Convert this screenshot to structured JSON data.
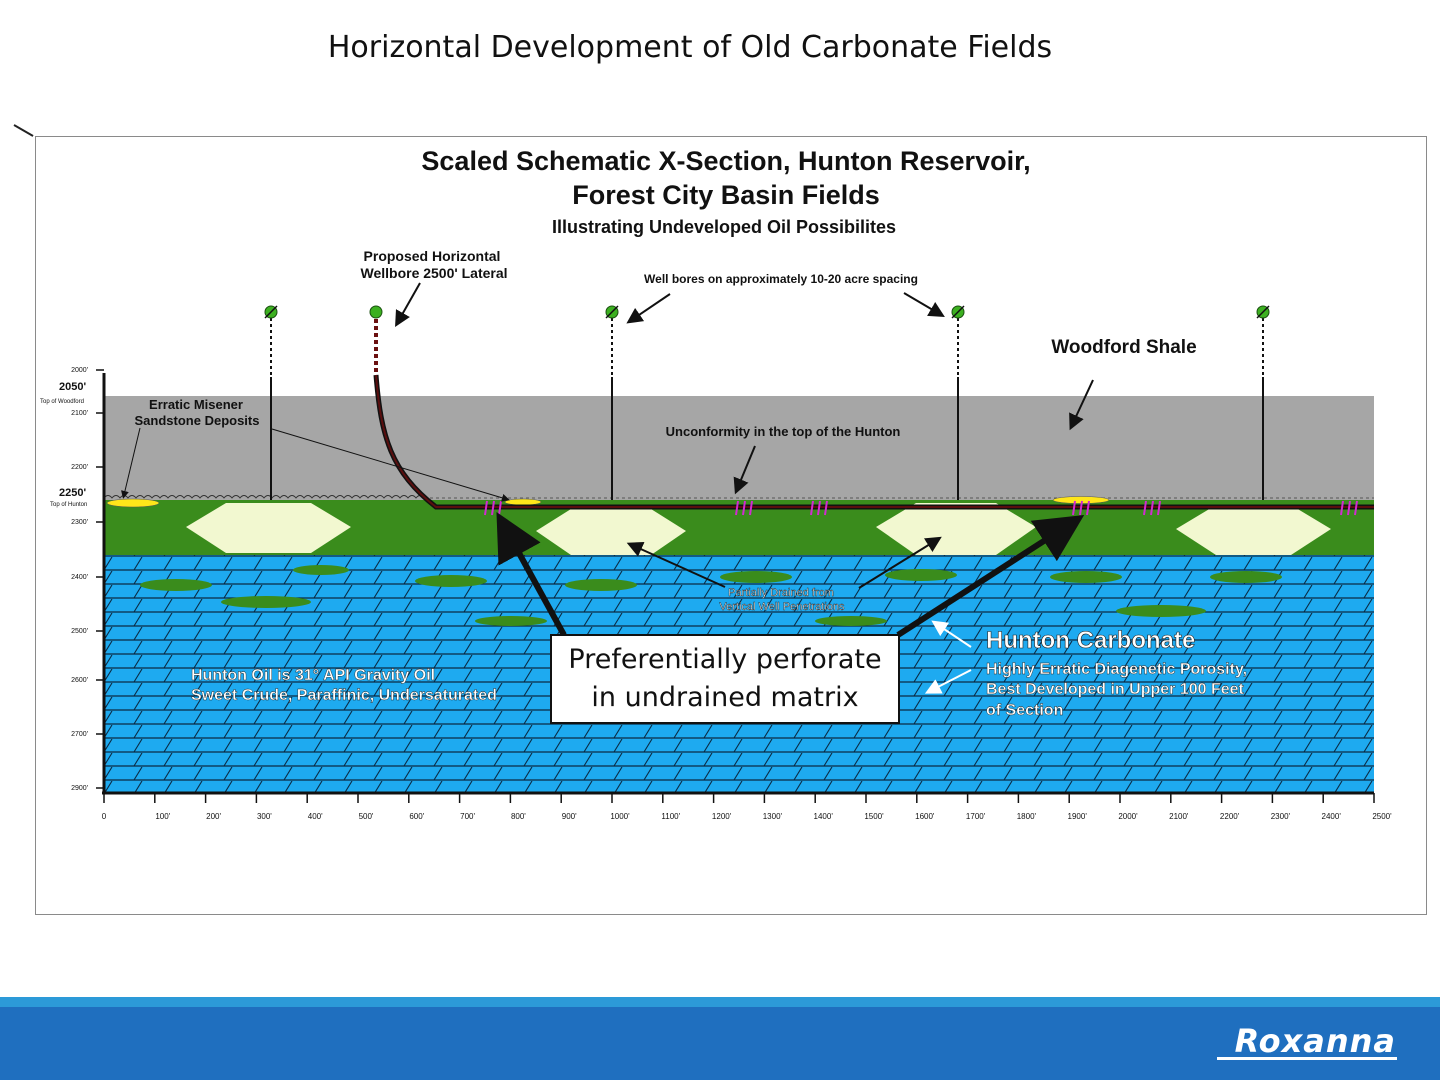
{
  "slide": {
    "title": "Horizontal Development of Old Carbonate Fields",
    "logo": "Roxanna"
  },
  "diagram": {
    "title_line1": "Scaled Schematic X-Section, Hunton Reservoir,",
    "title_line2": "Forest City Basin Fields",
    "subtitle": "Illustrating Undeveloped Oil Possibilites",
    "proposed_line1": "Proposed Horizontal",
    "proposed_line2": "Wellbore 2500' Lateral",
    "well_spacing": "Well bores on approximately 10-20 acre spacing",
    "woodford": "Woodford Shale",
    "misener_line1": "Erratic Misener",
    "misener_line2": "Sandstone Deposits",
    "unconformity": "Unconformity in the top of the Hunton",
    "drained_line1": "Partially Drained from",
    "drained_line2": "Vertical Well Penetrations",
    "hunton_title": "Hunton Carbonate",
    "hunton_line1": "Highly Erratic Diagenetic Porosity,",
    "hunton_line2": "Best Developed in Upper 100 Feet",
    "hunton_line3": "of Section",
    "oil_line1": "Hunton Oil is 31° API Gravity Oil",
    "oil_line2": "Sweet Crude, Paraffinic, Undersaturated",
    "callout_line1": "Preferentially perforate",
    "callout_line2": "in undrained matrix",
    "top_woodford_label": "Top of Woodford",
    "top_woodford_depth": "2050'",
    "top_hunton_label": "Top of Hunton",
    "top_hunton_depth": "2250'",
    "depth_ticks": [
      "2000'",
      "2100'",
      "2200'",
      "2300'",
      "2400'",
      "2500'",
      "2600'",
      "2700'",
      "2900'"
    ],
    "distance_ticks": [
      "0",
      "100'",
      "200'",
      "300'",
      "400'",
      "500'",
      "600'",
      "700'",
      "800'",
      "900'",
      "1000'",
      "1100'",
      "1200'",
      "1300'",
      "1400'",
      "1500'",
      "1600'",
      "1700'",
      "1800'",
      "1900'",
      "2000'",
      "2100'",
      "2200'",
      "2300'",
      "2400'",
      "2500'"
    ],
    "colors": {
      "shale": "#a6a6a6",
      "carbonate": "#1eaaf0",
      "porous_zone": "#3a8c1c",
      "drained_zone": "#f2f8d0",
      "sandstone": "#ffe61a",
      "perforation": "#d22ad2",
      "well_marker": "#3cb020"
    }
  }
}
